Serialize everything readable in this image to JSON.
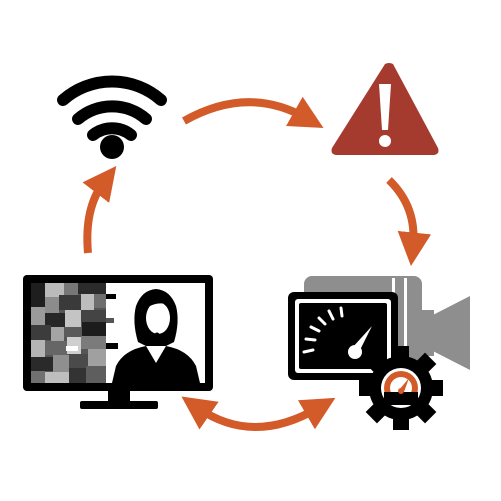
{
  "diagram": {
    "nodes": [
      {
        "id": "wifi",
        "icon": "wifi-signal-icon"
      },
      {
        "id": "warning",
        "icon": "warning-triangle-icon"
      },
      {
        "id": "camera-speed",
        "icon": "video-camera-speedometer-gear-icon"
      },
      {
        "id": "monitor",
        "icon": "monitor-pixelated-video-call-icon"
      }
    ],
    "edges": [
      {
        "from": "wifi",
        "to": "warning",
        "style": "single-arrow"
      },
      {
        "from": "warning",
        "to": "camera-speed",
        "style": "single-arrow"
      },
      {
        "from": "camera-speed",
        "to": "monitor",
        "style": "double-arrow"
      },
      {
        "from": "monitor",
        "to": "wifi",
        "style": "single-arrow"
      }
    ]
  },
  "colors": {
    "arrow": "#D35B2A",
    "warning": "#A53B2F",
    "icon": "#000000",
    "gray_dark": "#555555",
    "gray_mid": "#888888",
    "gray_light": "#BBBBBB",
    "camera_gray": "#8E8E8E",
    "white": "#FFFFFF"
  }
}
